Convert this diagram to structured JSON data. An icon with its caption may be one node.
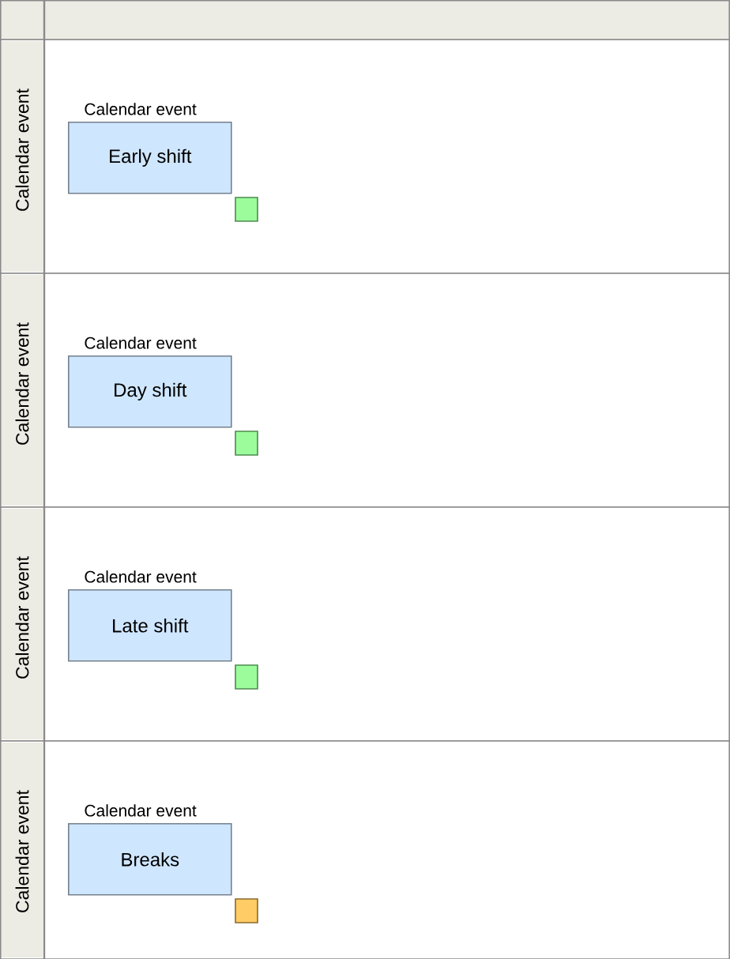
{
  "diagram": {
    "nodes": [
      {
        "text": [
          "Calendar event"
        ]
      },
      {
        "text": [
          "Calendar event",
          "Early shift"
        ],
        "in": 0
      },
      {
        "text": [
          "Calendar event"
        ]
      },
      {
        "text": [
          "Calendar event",
          "Day shift"
        ],
        "in": 2
      },
      {
        "text": [
          "Calendar event"
        ]
      },
      {
        "text": [
          "Calendar event",
          "Late shift"
        ],
        "in": 4
      },
      {
        "text": [
          "Calendar event"
        ]
      },
      {
        "text": [
          "Calendar event",
          "Breaks"
        ],
        "in": 6
      }
    ]
  }
}
